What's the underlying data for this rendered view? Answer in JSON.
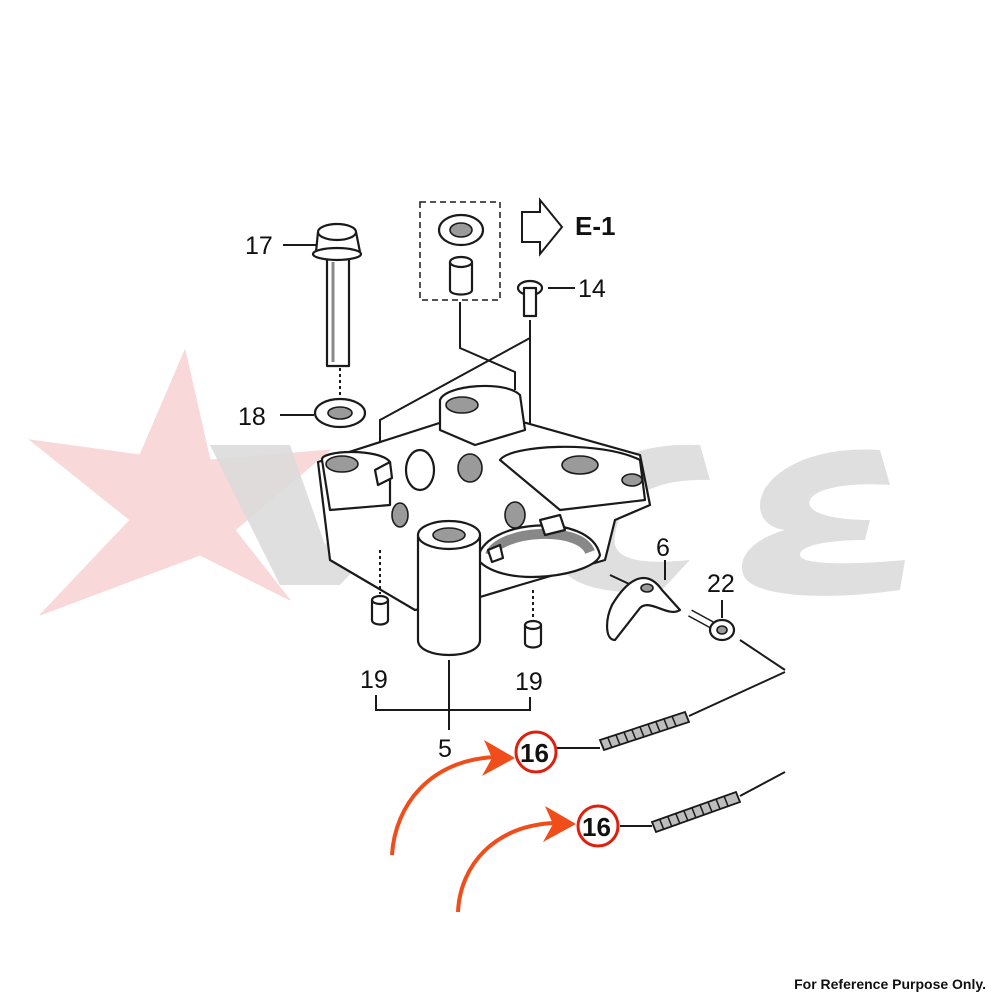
{
  "watermark": {
    "text": "VICE",
    "color": "#d9d9d9",
    "star_color": "#f2b8b8"
  },
  "callouts": {
    "p17": "17",
    "p18": "18",
    "p14": "14",
    "p6": "6",
    "p22": "22",
    "p19a": "19",
    "p19b": "19",
    "p5": "5",
    "p16a": "16",
    "p16b": "16"
  },
  "reference": "E-1",
  "highlight_color": "#e0200f",
  "footer": "For Reference Purpose Only."
}
